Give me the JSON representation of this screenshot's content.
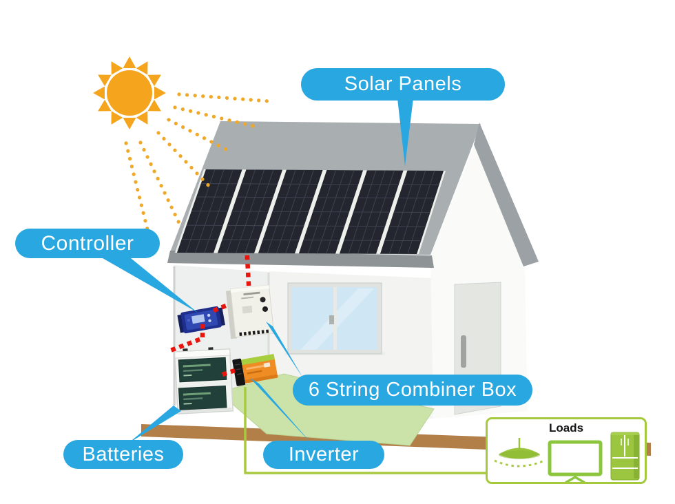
{
  "labels": {
    "solar_panels": "Solar Panels",
    "controller": "Controller",
    "combiner_box": "6 String Combiner Box",
    "batteries": "Batteries",
    "inverter": "Inverter",
    "loads": "Loads"
  },
  "icons": {
    "sun": "sun-icon",
    "lamp": "pendant-lamp-icon",
    "tv": "tv-icon",
    "fridge": "refrigerator-icon"
  },
  "colors": {
    "label_bg": "#29a7e0",
    "label_text": "#ffffff",
    "dc_connection_red": "#e9150c",
    "ac_wire_green": "#a9c93f",
    "sun_orange": "#f4a41d",
    "loads_accent_green": "#8cc63e",
    "roof_gray": "#a9aeb1",
    "solar_panel_dark": "#23262f",
    "floor_green": "#cbe2a9",
    "ground_brown": "#b37f49"
  }
}
